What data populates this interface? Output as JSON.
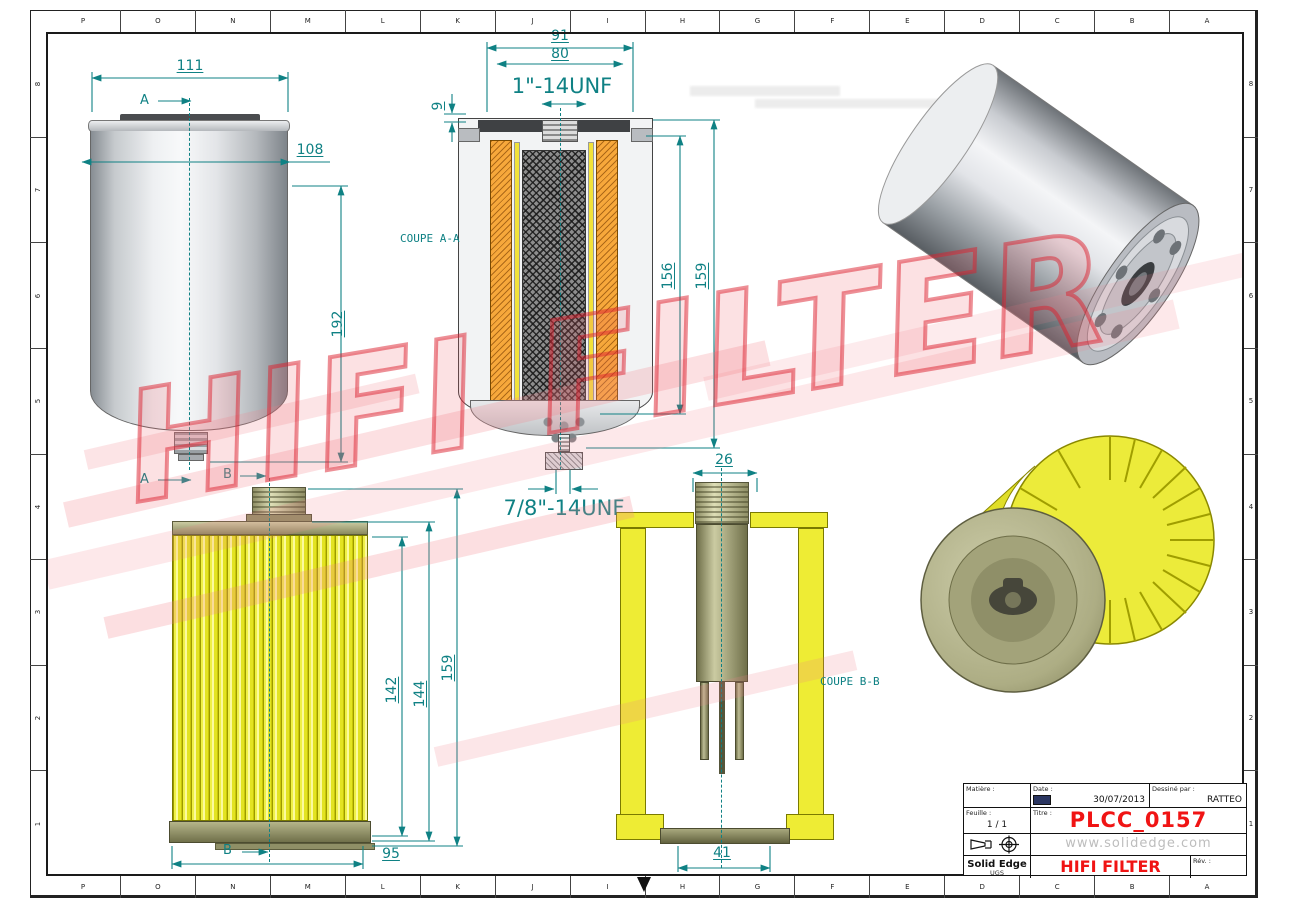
{
  "colors": {
    "dimension": "#0f8184",
    "red": "#f01414",
    "pleat_yellow": "#eeec34",
    "watermark_pink": "#db202d"
  },
  "frame": {
    "columns": [
      "P",
      "O",
      "N",
      "M",
      "L",
      "K",
      "J",
      "I",
      "H",
      "G",
      "F",
      "E",
      "D",
      "C",
      "B",
      "A"
    ],
    "rows": [
      "8",
      "7",
      "6",
      "5",
      "4",
      "3",
      "2",
      "1"
    ]
  },
  "watermark": {
    "text": "HIFI FILTER"
  },
  "views": {
    "side": {
      "marker": "A",
      "dim_width": "111",
      "dim_body": "108",
      "dim_height": "192"
    },
    "section_a": {
      "label": "COUPE A-A",
      "dim_outer": "91",
      "dim_inner": "80",
      "thread_top": "1\"-14UNF",
      "dim_lip": "9",
      "dim_h1": "156",
      "dim_h2": "159",
      "thread_bottom": "7/8\"-14UNF"
    },
    "element": {
      "marker": "B",
      "dim_h1": "142",
      "dim_h2": "144",
      "dim_h3": "159",
      "dim_base": "95"
    },
    "section_b": {
      "label": "COUPE B-B",
      "dim_top": "26",
      "dim_bottom": "41"
    }
  },
  "title_block": {
    "labels": {
      "material": "Matière :",
      "date": "Date :",
      "drawn_by": "Dessiné par :",
      "sheet": "Feuille :",
      "title": "Titre :",
      "revision": "Rév. :"
    },
    "date": "30/07/2013",
    "drawn_by": "RATTEO",
    "sheet": "1 / 1",
    "part_number": "PLCC_0157",
    "website": "www.solidedge.com",
    "app": "Solid Edge",
    "app_vendor": "UGS",
    "company": "HIFI FILTER"
  }
}
